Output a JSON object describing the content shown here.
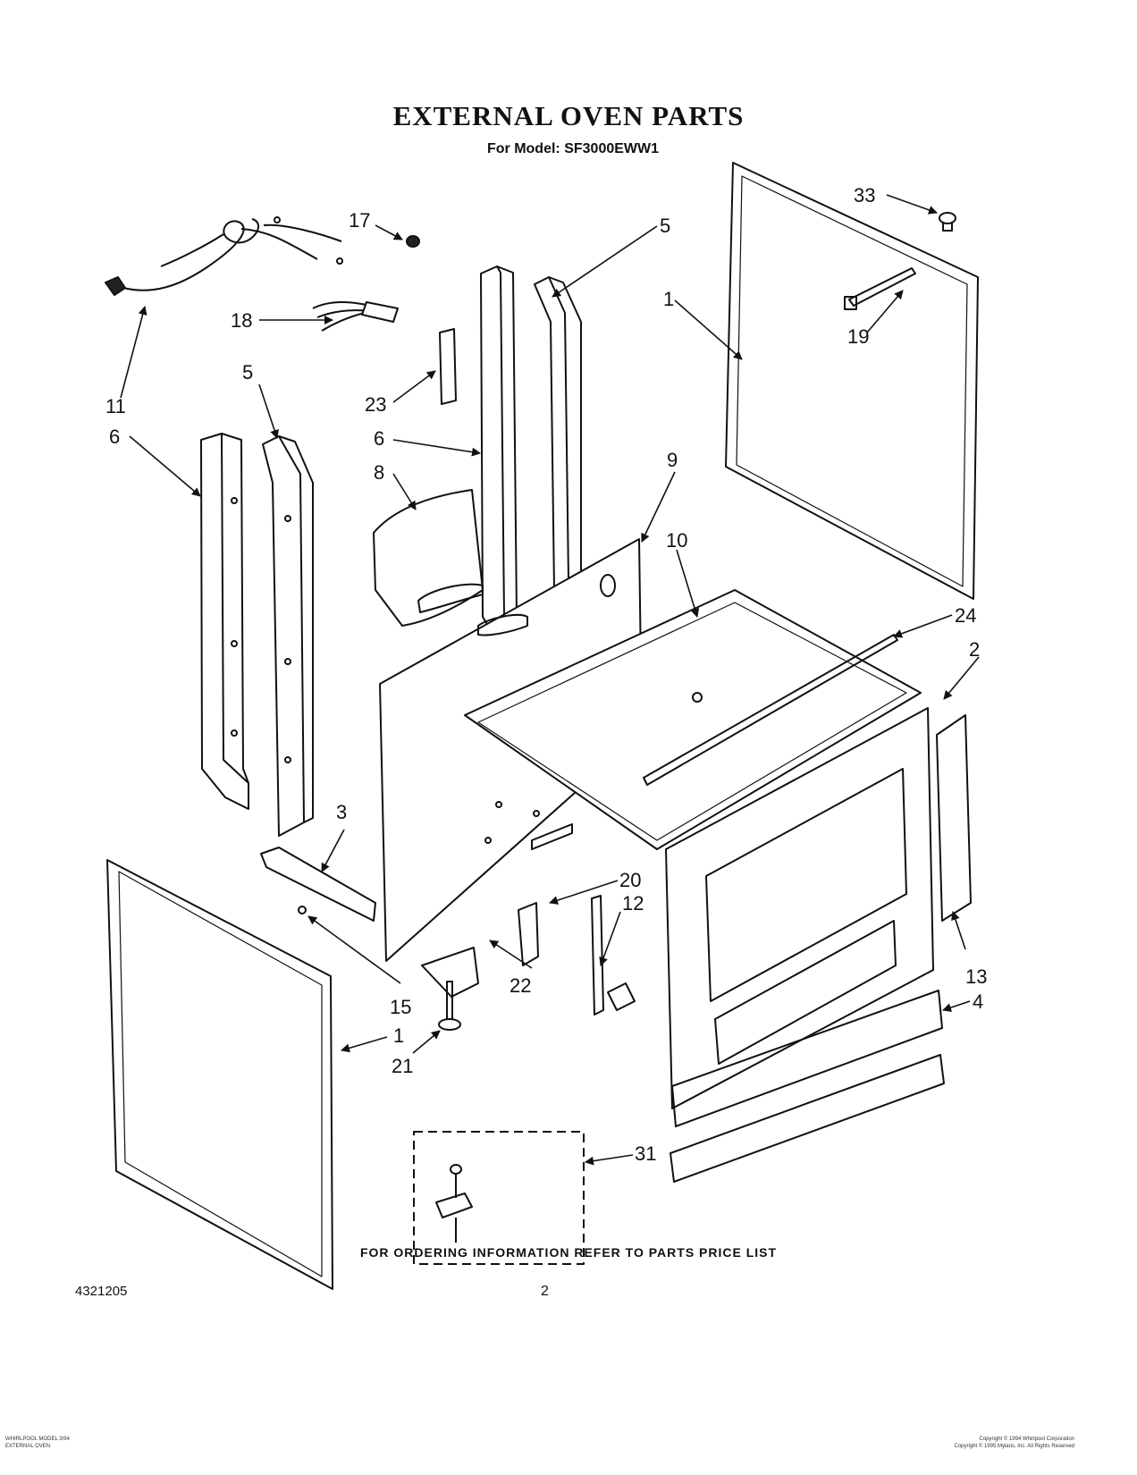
{
  "header": {
    "title": "EXTERNAL OVEN PARTS",
    "subtitle": "For Model: SF3000EWW1"
  },
  "callouts": [
    "33",
    "17",
    "5",
    "1",
    "18",
    "19",
    "11",
    "5",
    "23",
    "6",
    "6",
    "8",
    "9",
    "10",
    "24",
    "2",
    "3",
    "20",
    "12",
    "13",
    "15",
    "22",
    "4",
    "1",
    "21",
    "31"
  ],
  "footer": {
    "ordering_note": "FOR ORDERING INFORMATION REFER TO PARTS PRICE LIST",
    "part_number": "4321205",
    "page_number": "2",
    "small_left_line1": "WHIRLPOOL MODEL 3/94",
    "small_left_line2": "EXTERNAL OVEN",
    "small_right_line1": "Copyright © 1994 Whirlpool Corporation",
    "small_right_line2": "Copyright © 1995 Mylaris, Inc. All Rights Reserved"
  }
}
